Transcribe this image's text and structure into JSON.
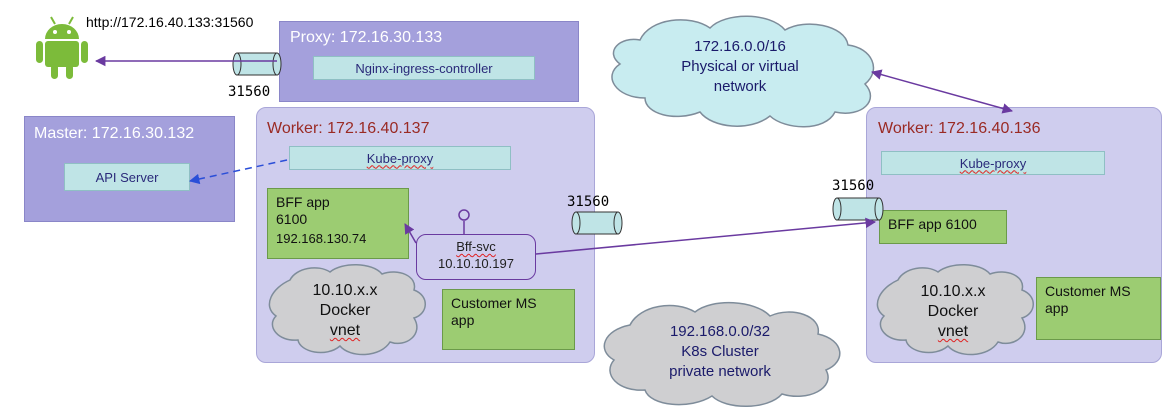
{
  "url_label": "http://172.16.40.133:31560",
  "proxy": {
    "title": "Proxy: 172.16.30.133",
    "controller": "Nginx-ingress-controller"
  },
  "master": {
    "title": "Master: 172.16.30.132",
    "api": "API Server"
  },
  "worker1": {
    "title": "Worker: 172.16.40.137",
    "kube_proxy": "Kube-proxy",
    "bff_line1": "BFF app",
    "bff_line2": "6100",
    "bff_ip": "192.168.130.74",
    "svc_line1": "Bff-svc",
    "svc_line2": "10.10.10.197",
    "docker_line1": "10.10.x.x",
    "docker_line2": "Docker",
    "docker_line3": "vnet",
    "customer_line1": "Customer  MS",
    "customer_line2": "app"
  },
  "worker2": {
    "title": "Worker: 172.16.40.136",
    "kube_proxy": "Kube-proxy",
    "bff": "BFF app 6100",
    "docker_line1": "10.10.x.x",
    "docker_line2": "Docker",
    "docker_line3": "vnet",
    "customer_line1": "Customer  MS",
    "customer_line2": "app"
  },
  "port_proxy": "31560",
  "port_worker1": "31560",
  "port_worker2": "31560",
  "physical_net": {
    "line1": "172.16.0.0/16",
    "line2": "Physical or virtual",
    "line3": "network"
  },
  "cluster_net": {
    "line1": "192.168.0.0/32",
    "line2": "K8s Cluster",
    "line3": "private network"
  },
  "colors": {
    "purple_box": "#a4a0dc",
    "worker_box": "#cfcdee",
    "teal_box": "#bfe4e6",
    "green_box": "#9ccc72",
    "cloud_cyan": "#c8ecf0",
    "cloud_gray": "#cfcfd1",
    "arrow_purple": "#6a3aa0",
    "arrow_blue": "#2a4ed8",
    "android_green": "#7cbb3a"
  }
}
